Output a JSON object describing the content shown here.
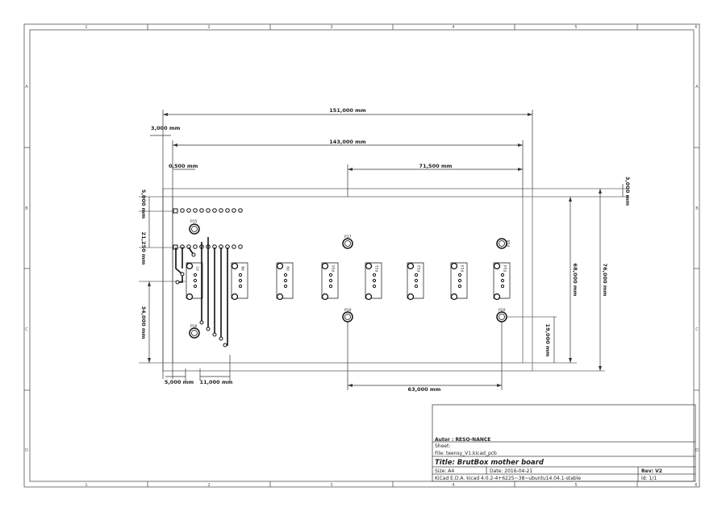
{
  "frame": {
    "columns": [
      "1",
      "2",
      "3",
      "4",
      "5",
      "6"
    ],
    "rows": [
      "A",
      "B",
      "C",
      "D"
    ]
  },
  "dimensions": {
    "width_total": "151,000 mm",
    "offset_left": "3,000 mm",
    "width_inner": "143,000 mm",
    "offset_small": "0,500 mm",
    "half_width": "71,500 mm",
    "offset_right": "3,000 mm",
    "top_offset": "5,000 mm",
    "header_spacing": "21,250 mm",
    "lower_section": "34,000 mm",
    "bottom_left": "5,000 mm",
    "bottom_mid": "11,000 mm",
    "bottom_right": "63,000 mm",
    "height_inner": "68,000 mm",
    "height_total": "76,000 mm",
    "right_small": "19,000 mm"
  },
  "components": {
    "p15": "P15",
    "p16": "P16",
    "p17": "P17",
    "p18": "P18",
    "p19": "P19",
    "p20": "P20",
    "connectors": [
      "P7",
      "P8",
      "P9",
      "P10",
      "P11",
      "P12",
      "P13",
      "P14"
    ]
  },
  "title_block": {
    "author": "Autor : RESO-NANCE",
    "sheet": "Sheet:",
    "file": "File: teensy_V1.kicad_pcb",
    "title": "Title: BrutBox mother board",
    "size": "Size: A4",
    "date": "Date: 2016-04-21",
    "rev": "Rev: V2",
    "tool": "KiCad E.D.A.  kicad 4.0.2-4+6225~38~ubuntu14.04.1-stable",
    "id": "Id: 1/1"
  }
}
